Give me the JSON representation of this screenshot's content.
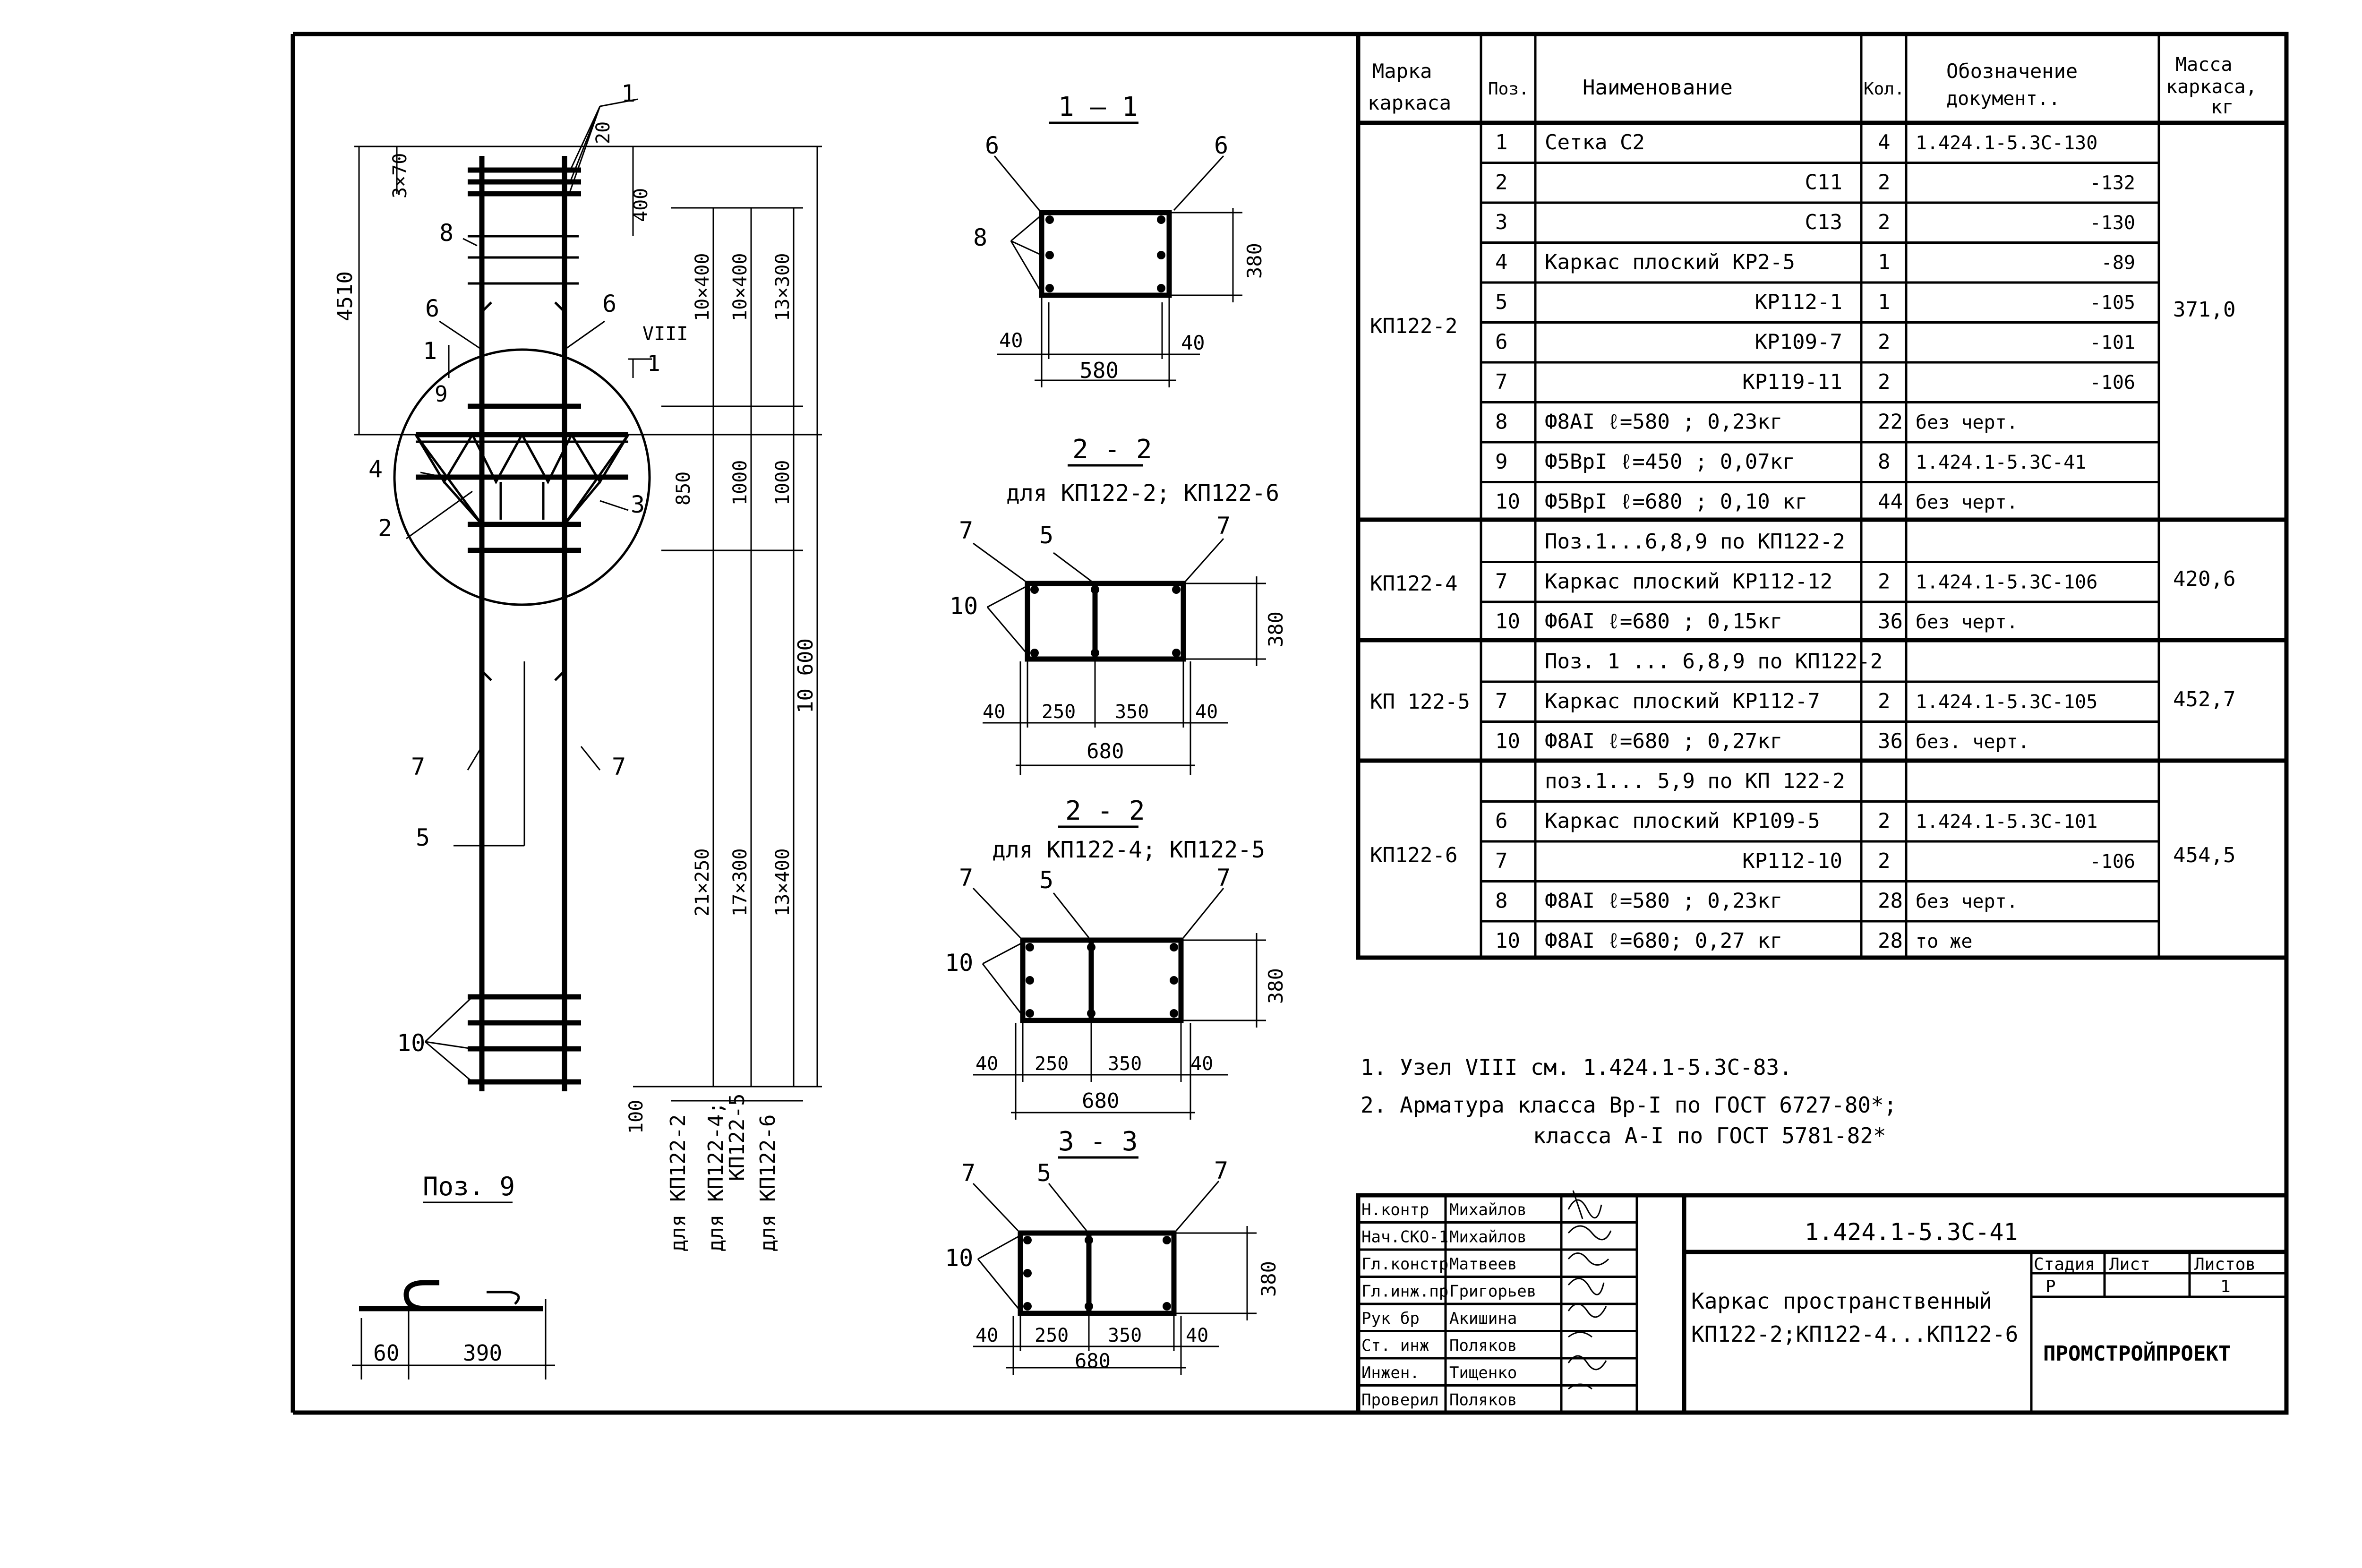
{
  "drawing": {
    "elevation_dims": {
      "top_small": "20",
      "spacing": "3×70",
      "top_400": "400",
      "total": "4510",
      "d10x400": "10×400",
      "d10x400b": "10×400",
      "d13x300": "13×300",
      "d850": "850",
      "d1000a": "1000",
      "d1000b": "1000",
      "d21x250": "21×250",
      "d17x300": "17×300",
      "d13x400": "13×400",
      "total_height": "10 600",
      "bottom_100": "100"
    },
    "elevation_pos": {
      "p1": "1",
      "p8": "8",
      "p6a": "6",
      "p6b": "6",
      "p1b": "1",
      "p9": "9",
      "p4": "4",
      "p2": "2",
      "p3": "3",
      "p7a": "7",
      "p7b": "7",
      "p5": "5",
      "p10": "10",
      "viii": "VIII",
      "p1c": "1"
    },
    "bottom_labels": [
      "для КП122-2",
      "для КП122-4;",
      "КП122-5",
      "для КП122-6"
    ],
    "pos9": {
      "title": "Поз. 9",
      "dim_a": "60",
      "dim_b": "390"
    },
    "sections": {
      "s11": {
        "title": "1 — 1",
        "pos_a": "6",
        "pos_b": "6",
        "pos_c": "8",
        "h": "380",
        "l": "40",
        "r": "40",
        "w": "580"
      },
      "s22a": {
        "title": "2 - 2",
        "subtitle": "для КП122-2; КП122-6",
        "pos_a": "7",
        "pos_b": "5",
        "pos_c": "7",
        "pos_d": "10",
        "h": "380",
        "l": "40",
        "m1": "250",
        "m2": "350",
        "r": "40",
        "w": "680"
      },
      "s22b": {
        "title": "2 - 2",
        "subtitle": "для КП122-4; КП122-5",
        "pos_a": "7",
        "pos_b": "5",
        "pos_c": "7",
        "pos_d": "10",
        "h": "380",
        "l": "40",
        "m1": "250",
        "m2": "350",
        "r": "40",
        "w": "680"
      },
      "s33": {
        "title": "3 - 3",
        "pos_a": "7",
        "pos_b": "5",
        "pos_c": "7",
        "pos_d": "10",
        "h": "380",
        "l": "40",
        "m1": "250",
        "m2": "350",
        "r": "40",
        "w": "680"
      }
    }
  },
  "spec_table": {
    "headers": {
      "mark": [
        "Марка",
        "каркаса"
      ],
      "pos": "Поз.",
      "name": "Наименование",
      "qty": "Кол.",
      "doc": [
        "Обозначение",
        "документ.."
      ],
      "mass": [
        "Масса",
        "каркаса,",
        "кг"
      ]
    },
    "rows": [
      {
        "pos": "1",
        "name": "Сетка С2",
        "qty": "4",
        "doc": "1.424.1-5.3С-130"
      },
      {
        "pos": "2",
        "name": "С11",
        "qty": "2",
        "doc": "-132"
      },
      {
        "pos": "3",
        "name": "С13",
        "qty": "2",
        "doc": "-130"
      },
      {
        "pos": "4",
        "name": "Каркас плоский КР2-5",
        "qty": "1",
        "doc": "-89"
      },
      {
        "pos": "5",
        "name": "КР112-1",
        "qty": "1",
        "doc": "-105"
      },
      {
        "pos": "6",
        "name": "КР109-7",
        "qty": "2",
        "doc": "-101"
      },
      {
        "pos": "7",
        "name": "КР119-11",
        "qty": "2",
        "doc": "-106"
      },
      {
        "pos": "8",
        "name": "Ф8АI  ℓ=580 ;  0,23кг",
        "qty": "22",
        "doc": "без черт."
      },
      {
        "pos": "9",
        "name": "Ф5ВрI ℓ=450 ;  0,07кг",
        "qty": "8",
        "doc": "1.424.1-5.3С-41"
      },
      {
        "pos": "10",
        "name": "Ф5ВрI ℓ=680 ;  0,10 кг",
        "qty": "44",
        "doc": "без черт."
      },
      {
        "pos": "",
        "name": "Поз.1...6,8,9 по КП122-2",
        "qty": "",
        "doc": ""
      },
      {
        "pos": "7",
        "name": "Каркас плоский КР112-12",
        "qty": "2",
        "doc": "1.424.1-5.3С-106"
      },
      {
        "pos": "10",
        "name": "Ф6АI  ℓ=680 ;  0,15кг",
        "qty": "36",
        "doc": "без черт."
      },
      {
        "pos": "",
        "name": "Поз. 1 ... 6,8,9  по КП122-2",
        "qty": "",
        "doc": ""
      },
      {
        "pos": "7",
        "name": "Каркас плоский КР112-7",
        "qty": "2",
        "doc": "1.424.1-5.3С-105"
      },
      {
        "pos": "10",
        "name": "Ф8АI  ℓ=680 ;  0,27кг",
        "qty": "36",
        "doc": "без. черт."
      },
      {
        "pos": "",
        "name": "поз.1... 5,9 по КП 122-2",
        "qty": "",
        "doc": ""
      },
      {
        "pos": "6",
        "name": "Каркас плоский КР109-5",
        "qty": "2",
        "doc": "1.424.1-5.3С-101"
      },
      {
        "pos": "7",
        "name": "КР112-10",
        "qty": "2",
        "doc": "-106"
      },
      {
        "pos": "8",
        "name": "Ф8АI ℓ=580 ;  0,23кг",
        "qty": "28",
        "doc": "без черт."
      },
      {
        "pos": "10",
        "name": "Ф8АI ℓ=680;  0,27 кг",
        "qty": "28",
        "doc": "то же"
      }
    ],
    "groups": [
      {
        "mark": "КП122-2",
        "mass": "371,0"
      },
      {
        "mark": "КП122-4",
        "mass": "420,6"
      },
      {
        "mark": "КП 122-5",
        "mass": "452,7"
      },
      {
        "mark": "КП122-6",
        "mass": "454,5"
      }
    ]
  },
  "notes": [
    "1.   Узел  VIII  см. 1.424.1-5.3С-83.",
    "2.   Арматура  класса  Вр-I по ГОСТ 6727-80*;",
    "класса  А-I по ГОСТ 5781-82*"
  ],
  "title_block": {
    "signers": [
      {
        "role": "Н.контр",
        "name": "Михайлов"
      },
      {
        "role": "Нач.СКО-1",
        "name": "Михайлов"
      },
      {
        "role": "Гл.констр",
        "name": "Матвеев"
      },
      {
        "role": "Гл.инж.пр",
        "name": "Григорьев"
      },
      {
        "role": "Рук бр",
        "name": "Акишина"
      },
      {
        "role": "Ст. инж",
        "name": "Поляков"
      },
      {
        "role": "Инжен.",
        "name": "Тищенко"
      },
      {
        "role": "Проверил",
        "name": "Поляков"
      }
    ],
    "doc_number": "1.424.1-5.3С-41",
    "title_line1": "Каркас пространственный",
    "title_line2": "КП122-2;КП122-4...КП122-6",
    "stage_label": "Стадия",
    "sheet_label": "Лист",
    "sheets_label": "Листов",
    "stage": "Р",
    "sheets": "1",
    "org": "ПРОМСТРОЙПРОЕКТ"
  }
}
